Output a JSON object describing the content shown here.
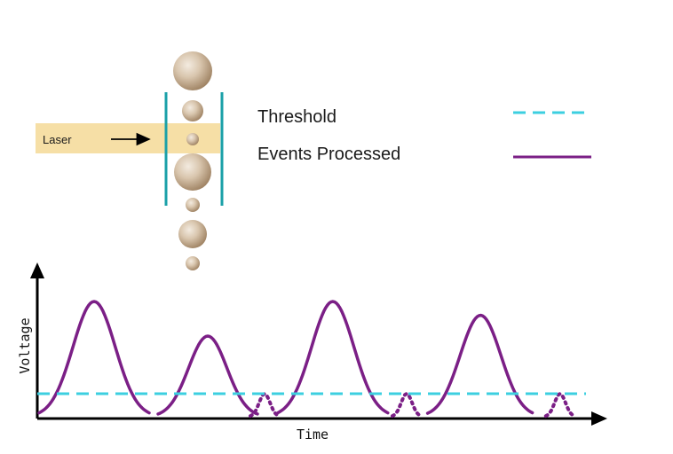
{
  "laser": {
    "label": "Laser"
  },
  "legend": {
    "threshold_label": "Threshold",
    "events_label": "Events Processed"
  },
  "axes": {
    "x_label": "Time",
    "y_label": "Voltage"
  },
  "colors": {
    "threshold": "#3ccfe0",
    "events": "#7b1f86",
    "detector_bars": "#1aa0a8",
    "laser_beam": "#f6dfa6",
    "particles": "#c6ad8f",
    "axis": "#000000"
  },
  "signal": {
    "threshold_level": 0.2,
    "pulses": [
      {
        "center": 0.1,
        "height": 1.0,
        "processed": true
      },
      {
        "center": 0.3,
        "height": 0.7,
        "processed": true
      },
      {
        "center": 0.4,
        "height": 0.2,
        "processed": false
      },
      {
        "center": 0.52,
        "height": 1.0,
        "processed": true
      },
      {
        "center": 0.65,
        "height": 0.2,
        "processed": false
      },
      {
        "center": 0.78,
        "height": 0.88,
        "processed": true
      },
      {
        "center": 0.92,
        "height": 0.2,
        "processed": false
      }
    ]
  }
}
